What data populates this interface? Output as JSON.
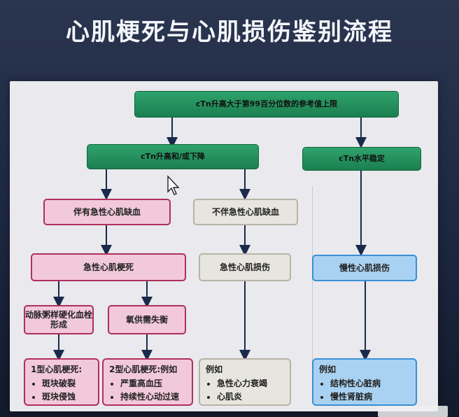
{
  "title": "心肌梗死与心肌损伤鉴别流程",
  "nodes": {
    "top": "cTn升高大于第99百分位数的参考值上限",
    "rise_fall": "cTn升高和/或下降",
    "stable": "cTn水平稳定",
    "with_ischemia": "伴有急性心肌缺血",
    "without_ischemia": "不伴急性心肌缺血",
    "acute_mi": "急性心肌梗死",
    "acute_injury": "急性心肌损伤",
    "chronic_injury": "慢性心肌损伤",
    "plaque": "动脉粥样硬化血栓形成",
    "supply_demand": "氧供需失衡"
  },
  "lists": {
    "type1": {
      "head": "1型心肌梗死:",
      "items": [
        "斑块破裂",
        "斑块侵蚀"
      ]
    },
    "type2": {
      "head": "2型心肌梗死:例如",
      "items": [
        "严重高血压",
        "持续性心动过速"
      ]
    },
    "acute_examples": {
      "head": "例如",
      "items": [
        "急性心力衰竭",
        "心肌炎"
      ]
    },
    "chronic_examples": {
      "head": "例如",
      "items": [
        "结构性心脏病",
        "慢性肾脏病"
      ]
    }
  },
  "colors": {
    "green": "#1b7f4f",
    "pink_border": "#b0305a",
    "grey_border": "#b8b3a6",
    "blue_border": "#3a8fd4"
  },
  "icons": [
    "mouse-cursor-icon",
    "arrow-down-icon"
  ]
}
